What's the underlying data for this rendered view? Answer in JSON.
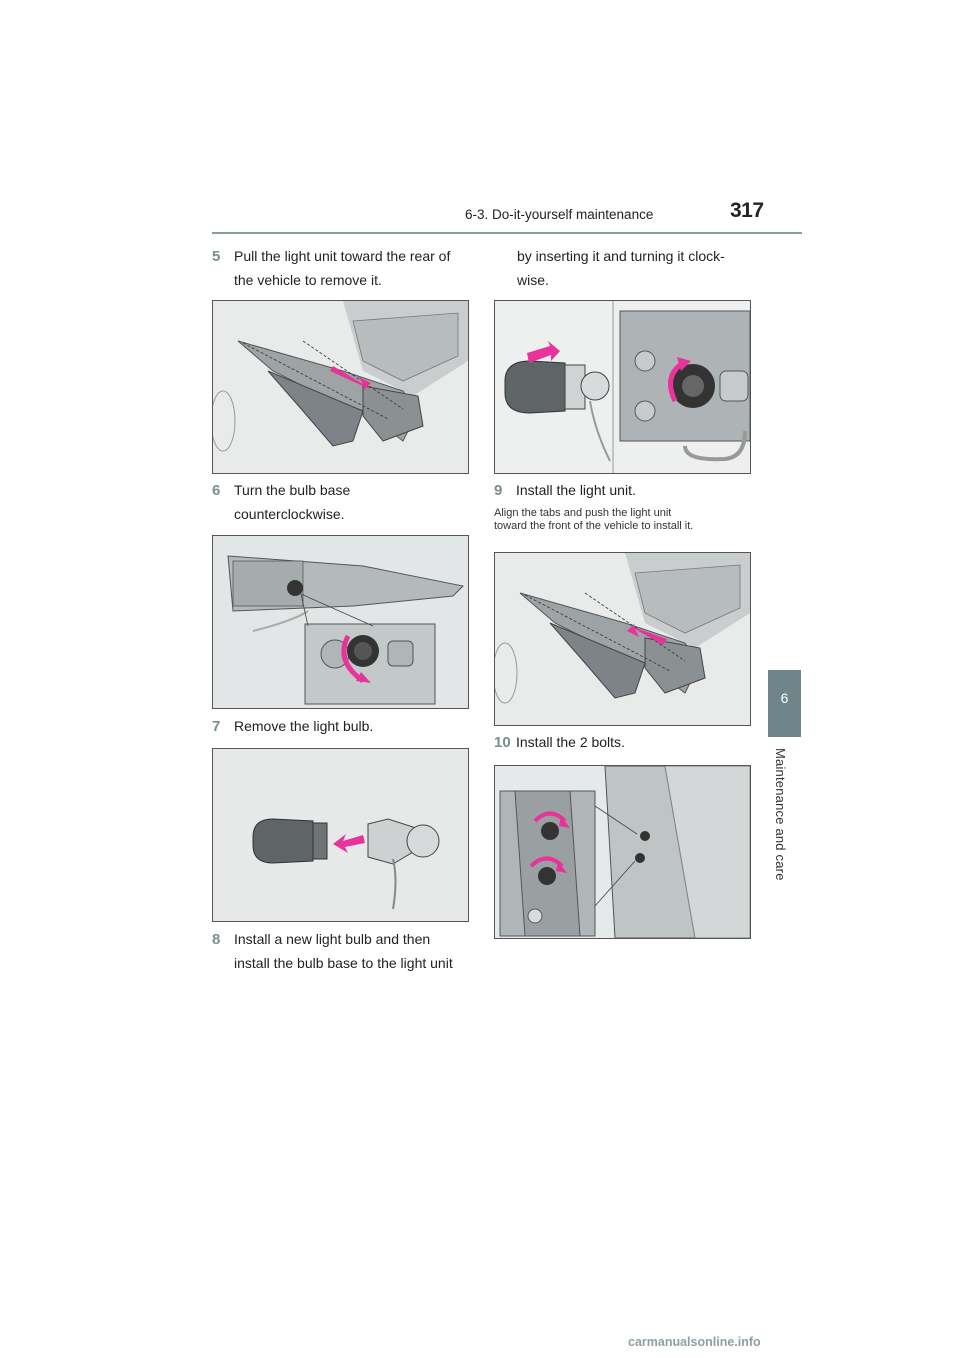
{
  "header": {
    "section": "6-3. Do-it-yourself maintenance",
    "page_number": "317"
  },
  "side_tab": {
    "number": "6",
    "label": "Maintenance and care"
  },
  "steps": {
    "s5": {
      "num": "5",
      "line1": "Pull the light unit toward the rear of",
      "line2": "the vehicle to remove it."
    },
    "s6": {
      "num": "6",
      "line1": "Turn the bulb base",
      "line2": "counterclockwise."
    },
    "s7": {
      "num": "7",
      "line1": "Remove the light bulb."
    },
    "s8": {
      "num": "8",
      "line1": "Install a new light bulb and then",
      "line2": "install the bulb base to the light unit",
      "line3": "by inserting it and turning it clock-",
      "line4": "wise."
    },
    "s9": {
      "num": "9",
      "line1": "Install the light unit.",
      "note1": "Align the tabs and push the light unit",
      "note2": "toward the front of the vehicle to install it."
    },
    "s10": {
      "num": "10",
      "line1": "Install the 2 bolts."
    }
  },
  "colors": {
    "accent_arrow": "#e8339a",
    "step_number": "#7a8d91",
    "tab": "#6f8589",
    "rule": "#8a9ca0"
  },
  "watermark": "carmanualsonline.info"
}
